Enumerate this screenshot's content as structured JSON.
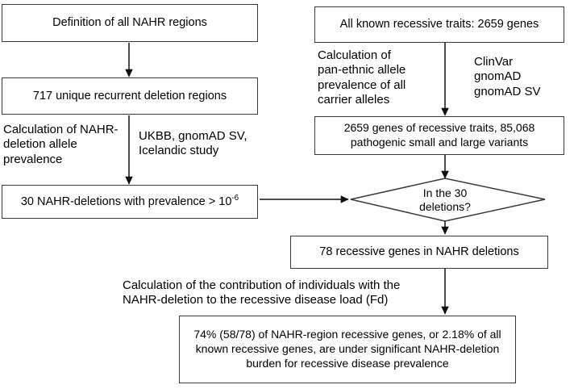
{
  "diagram": {
    "title": "NAHR deletion recessive disease burden flowchart",
    "type": "flowchart",
    "stroke_color": "#3a3a3a",
    "text_color": "#000000",
    "background": "#ffffff"
  },
  "nodes": {
    "nahr_definition": "Definition of all NAHR regions",
    "unique_regions": "717 unique recurrent deletion regions",
    "prevalent_deletions_pre": "30 NAHR-deletions with prevalence > 10",
    "prevalent_deletions_sup": "-6",
    "all_recessive_traits": "All known  recessive traits: 2659 genes",
    "variants_line1": "2659 genes of recessive traits, 85,068",
    "variants_line2": "pathogenic small and large variants",
    "decision_line1": "In the 30",
    "decision_line2": "deletions?",
    "genes_in_deletions": "78 recessive genes in NAHR deletions",
    "conclusion_line1": "74% (58/78) of NAHR-region recessive genes, or 2.18% of all",
    "conclusion_line2": "known  recessive genes, are under significant NAHR-deletion",
    "conclusion_line3": "burden for recessive disease prevalence"
  },
  "annotations": {
    "left_calc": "Calculation of NAHR-\ndeletion allele\nprevalence",
    "left_sources": "UKBB, gnomAD SV,\nIcelandic study",
    "right_calc": "Calculation of\npan-ethnic allele\nprevalence of all\ncarrier alleles",
    "right_sources": "ClinVar\ngnomAD\ngnomAD SV",
    "fd_calc": "Calculation of the contribution of individuals with the\nNAHR-deletion to the recessive disease load (Fd)"
  }
}
